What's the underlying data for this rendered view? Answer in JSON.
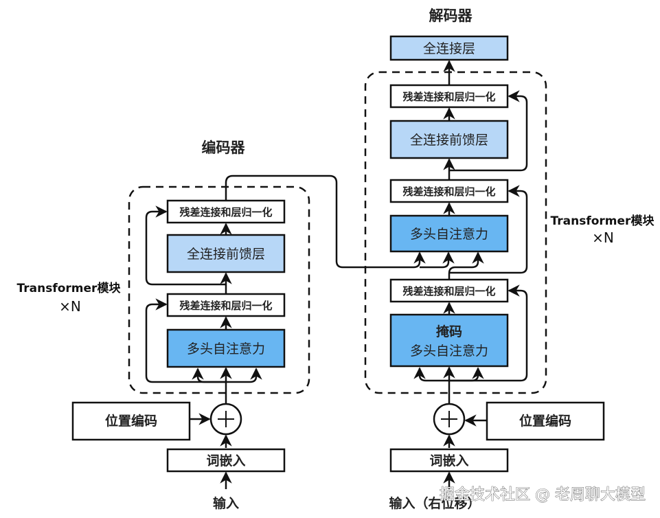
{
  "encoder": {
    "title": "编码器",
    "block_label": "Transformer模块",
    "block_repeat": "×N",
    "addnorm_top": "残差连接和层归一化",
    "ffn": "全连接前馈层",
    "addnorm_bottom": "残差连接和层归一化",
    "attention": "多头自注意力",
    "positional_encoding": "位置编码",
    "add_symbol": "+",
    "embedding": "词嵌入",
    "input": "输入"
  },
  "decoder": {
    "title": "解码器",
    "output_layer": "全连接层",
    "block_label": "Transformer模块",
    "block_repeat": "×N",
    "addnorm_top": "残差连接和层归一化",
    "ffn": "全连接前馈层",
    "addnorm_mid": "残差连接和层归一化",
    "cross_attention": "多头自注意力",
    "addnorm_bottom": "残差连接和层归一化",
    "masked_attention_line1": "掩码",
    "masked_attention_line2": "多头自注意力",
    "positional_encoding": "位置编码",
    "add_symbol": "+",
    "embedding": "词嵌入",
    "input": "输入（右位移）"
  },
  "watermark": "掘金技术社区 @ 老周聊大模型",
  "colors": {
    "ffn_fill": "#b7d7f7",
    "attention_fill": "#68b6f2",
    "box_stroke": "#111111",
    "background": "#ffffff"
  }
}
